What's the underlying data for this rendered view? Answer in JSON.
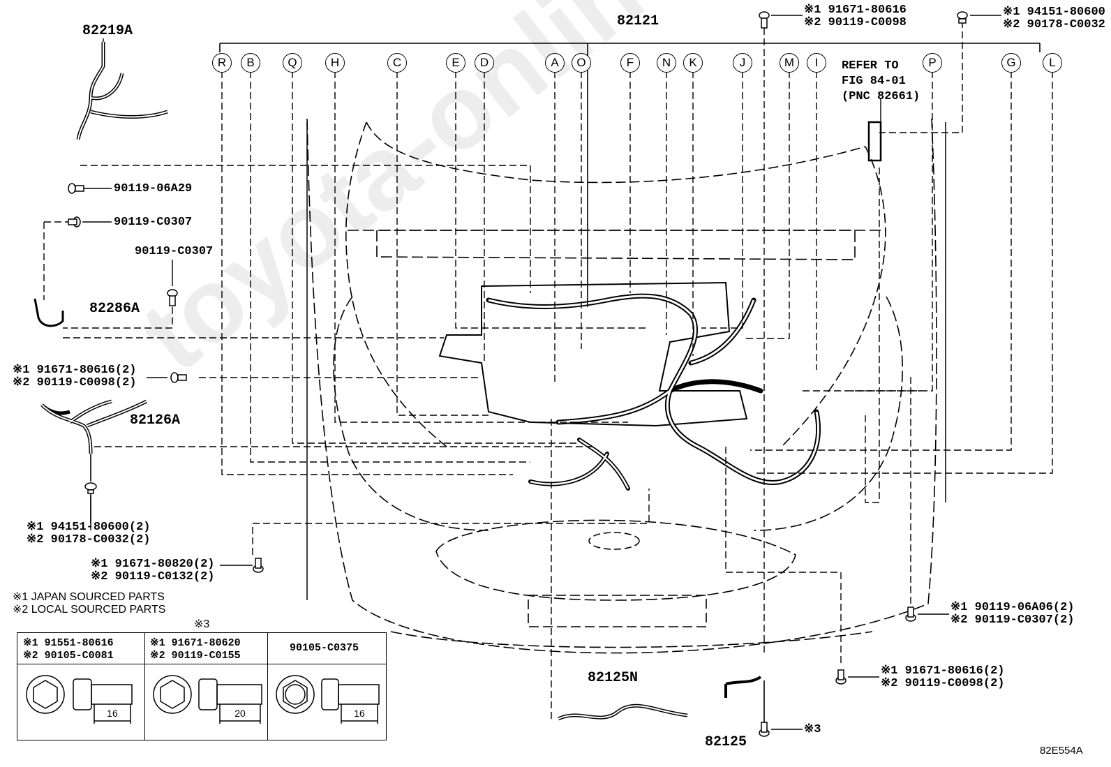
{
  "diagram_code": "82E554A",
  "watermark": "toyota-online.ru",
  "main_part": "82121",
  "callouts": [
    "R",
    "B",
    "Q",
    "H",
    "C",
    "E",
    "D",
    "A",
    "O",
    "F",
    "N",
    "K",
    "J",
    "M",
    "I",
    "P",
    "G",
    "L"
  ],
  "refer": {
    "line1": "REFER TO",
    "line2": "FIG 84-01",
    "line3": "(PNC 82661)"
  },
  "parts": {
    "p82219A": "82219A",
    "p82286A": "82286A",
    "p82126A": "82126A",
    "p82125N": "82125N",
    "p82125": "82125"
  },
  "fasteners": {
    "f_06A29": "90119-06A29",
    "f_C0307_a": "90119-C0307",
    "f_C0307_b": "90119-C0307",
    "top1_l1": "※1 91671-80616",
    "top1_l2": "※2 90119-C0098",
    "top2_l1": "※1 94151-80600",
    "top2_l2": "※2 90178-C0032",
    "left1_l1": "※1 91671-80616(2)",
    "left1_l2": "※2 90119-C0098(2)",
    "left2_l1": "※1 94151-80600(2)",
    "left2_l2": "※2 90178-C0032(2)",
    "left3_l1": "※1 91671-80820(2)",
    "left3_l2": "※2 90119-C0132(2)",
    "right1_l1": "※1 90119-06A06(2)",
    "right1_l2": "※2 90119-C0307(2)",
    "right2_l1": "※1 91671-80616(2)",
    "right2_l2": "※2 90119-C0098(2)",
    "note3": "※3"
  },
  "notes": {
    "n1": "※1 JAPAN SOURCED PARTS",
    "n2": "※2 LOCAL SOURCED PARTS",
    "n3": "※3"
  },
  "bolt_table": [
    {
      "l1": "※1 91551-80616",
      "l2": "※2 90105-C0081",
      "length": "16"
    },
    {
      "l1": "※1 91671-80620",
      "l2": "※2 90119-C0155",
      "length": "20"
    },
    {
      "l1": "90105-C0375",
      "l2": "",
      "length": "16"
    }
  ]
}
